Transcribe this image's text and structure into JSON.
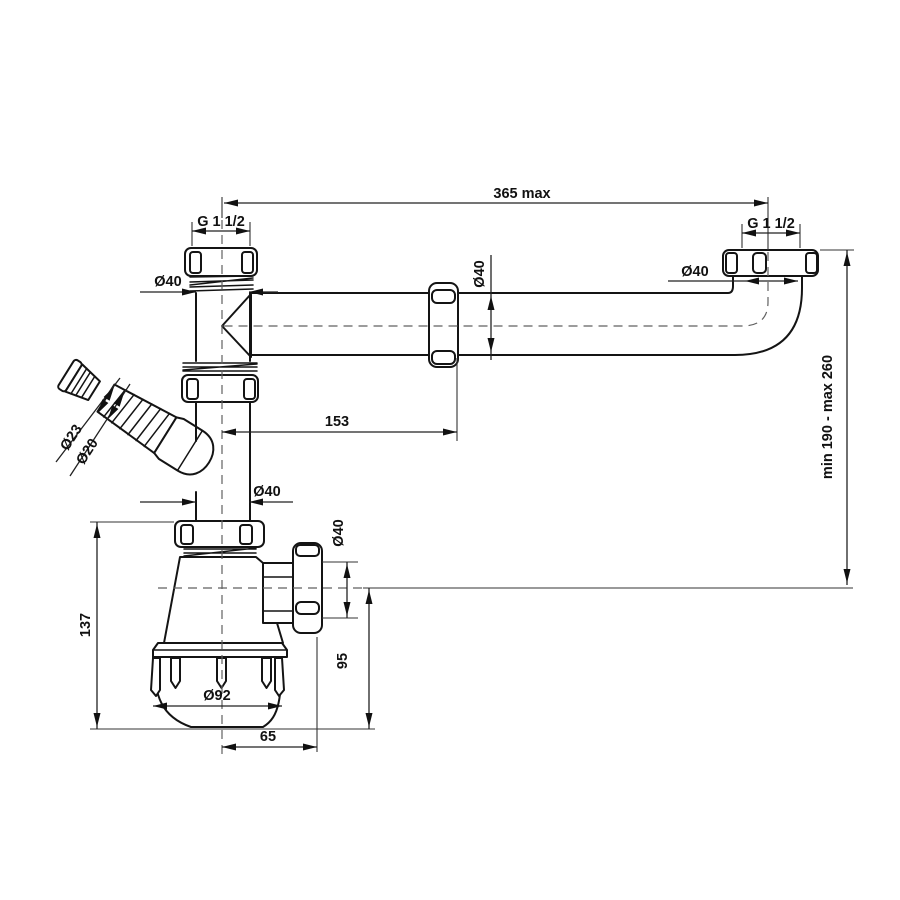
{
  "diagram": {
    "description": "bottle trap technical drawing",
    "colors": {
      "line": "#141414",
      "background": "#ffffff",
      "dimension": "#222222"
    },
    "labels": {
      "overall_max": "365 max",
      "thread_size_left": "G 1 1/2",
      "thread_size_right": "G 1 1/2",
      "inlet_diameter_left": "Ø40",
      "pipe_diameter_mid": "Ø40",
      "pipe_diameter_right": "Ø40",
      "tailpipe_diameter": "Ø40",
      "outlet_diameter": "Ø40",
      "branch_offset": "153",
      "height_range": "min 190 - max 260",
      "hose_barb_outer": "Ø23",
      "hose_barb_inner": "Ø20",
      "trap_height": "137",
      "outlet_center_height": "95",
      "cup_diameter": "Ø92",
      "outlet_offset": "65"
    }
  }
}
